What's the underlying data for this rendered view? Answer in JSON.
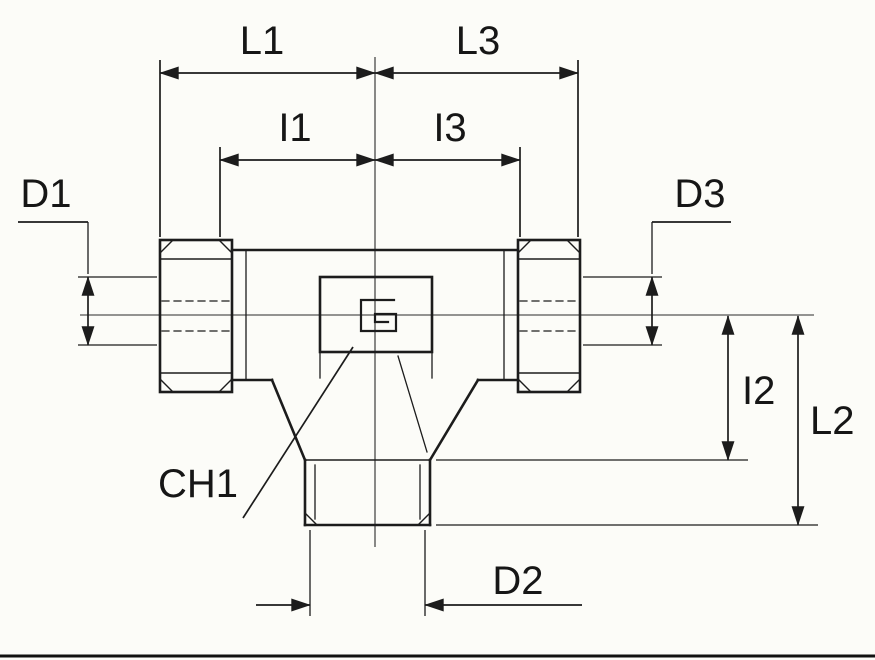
{
  "drawing": {
    "colors": {
      "line": "#1c1c1c",
      "background": "#fcfcf8"
    },
    "labels": {
      "L1": "L1",
      "L3": "L3",
      "I1": "I1",
      "I3": "I3",
      "D1": "D1",
      "D3": "D3",
      "CH1": "CH1",
      "I2": "I2",
      "L2": "L2",
      "D2": "D2"
    }
  }
}
